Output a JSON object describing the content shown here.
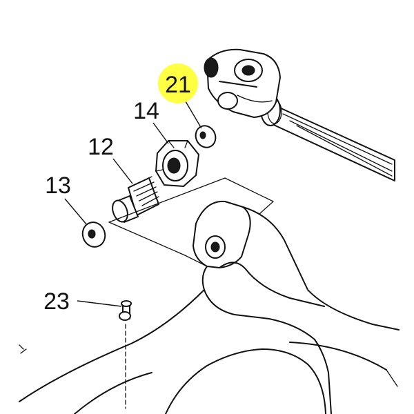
{
  "diagram": {
    "highlight_color": "#ffff44",
    "line_color": "#111111",
    "parts": [
      {
        "id": "part-21",
        "label": "21",
        "highlighted": true
      },
      {
        "id": "part-14",
        "label": "14",
        "highlighted": false
      },
      {
        "id": "part-12",
        "label": "12",
        "highlighted": false
      },
      {
        "id": "part-13",
        "label": "13",
        "highlighted": false
      },
      {
        "id": "part-23",
        "label": "23",
        "highlighted": false
      }
    ]
  }
}
